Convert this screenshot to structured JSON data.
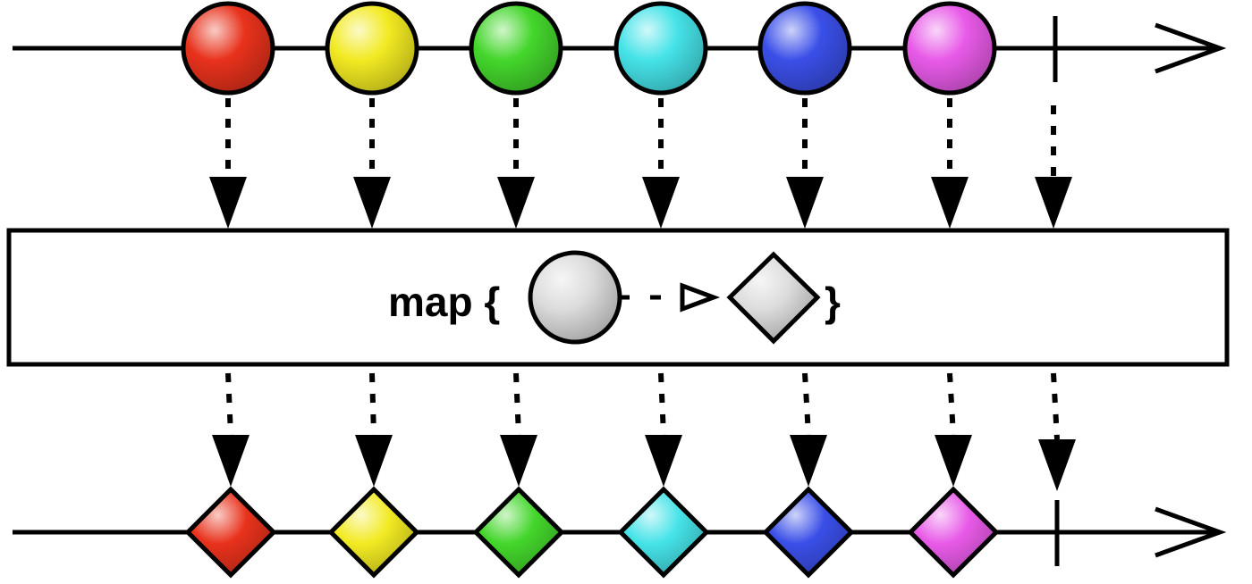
{
  "diagram": {
    "operator_label": "map {",
    "operator_close": "}",
    "input_shape": "circle",
    "output_shape": "diamond",
    "arrow_glyph": "- ▷",
    "items": [
      {
        "color": "#e8321c"
      },
      {
        "color": "#f2ea22"
      },
      {
        "color": "#44d62c"
      },
      {
        "color": "#45e3e8"
      },
      {
        "color": "#3a4fe8"
      },
      {
        "color": "#e85ae8"
      }
    ],
    "completion": true,
    "line_color": "#000000",
    "box_fill": "#ffffff"
  }
}
